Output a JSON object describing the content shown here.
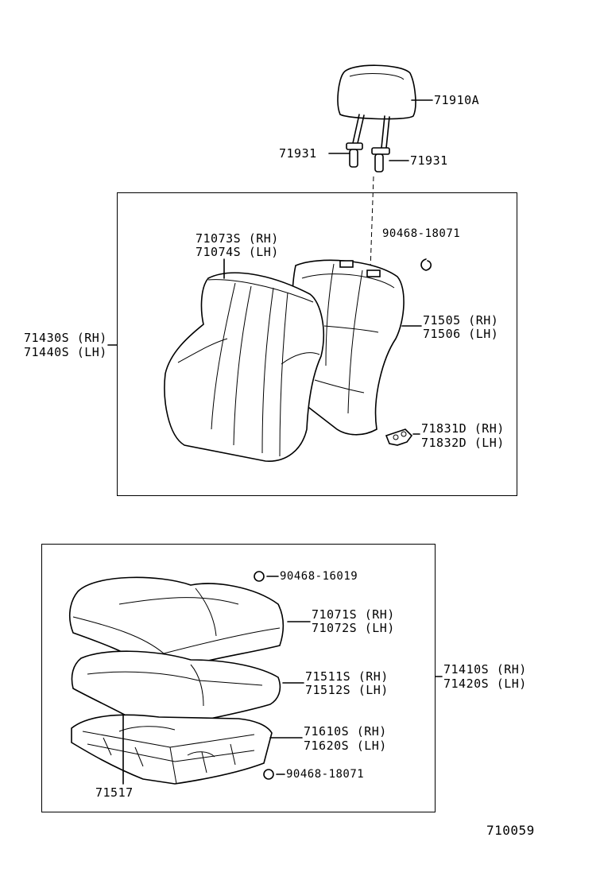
{
  "labels": {
    "headrest": "71910A",
    "support_left": "71931",
    "support_right": "71931",
    "hog_ring_upper": "90468-18071",
    "back_cover_rh": "71073S (RH)",
    "back_cover_lh": "71074S (LH)",
    "back_assy_rh": "71430S (RH)",
    "back_assy_lh": "71440S (LH)",
    "back_pad_rh": "71505 (RH)",
    "back_pad_lh": "71506 (LH)",
    "cover_rh": "71831D (RH)",
    "cover_lh": "71832D (LH)",
    "hog_ring_cushion": "90468-16019",
    "cushion_cover_rh": "71071S (RH)",
    "cushion_cover_lh": "71072S (LH)",
    "cushion_pad_rh": "71511S (RH)",
    "cushion_pad_lh": "71512S (LH)",
    "cushion_assy_rh": "71410S (RH)",
    "cushion_assy_lh": "71420S (LH)",
    "frame_rh": "71610S (RH)",
    "frame_lh": "71620S (LH)",
    "hog_ring_lower": "90468-18071",
    "spring": "71517",
    "diagram_number": "710059"
  }
}
